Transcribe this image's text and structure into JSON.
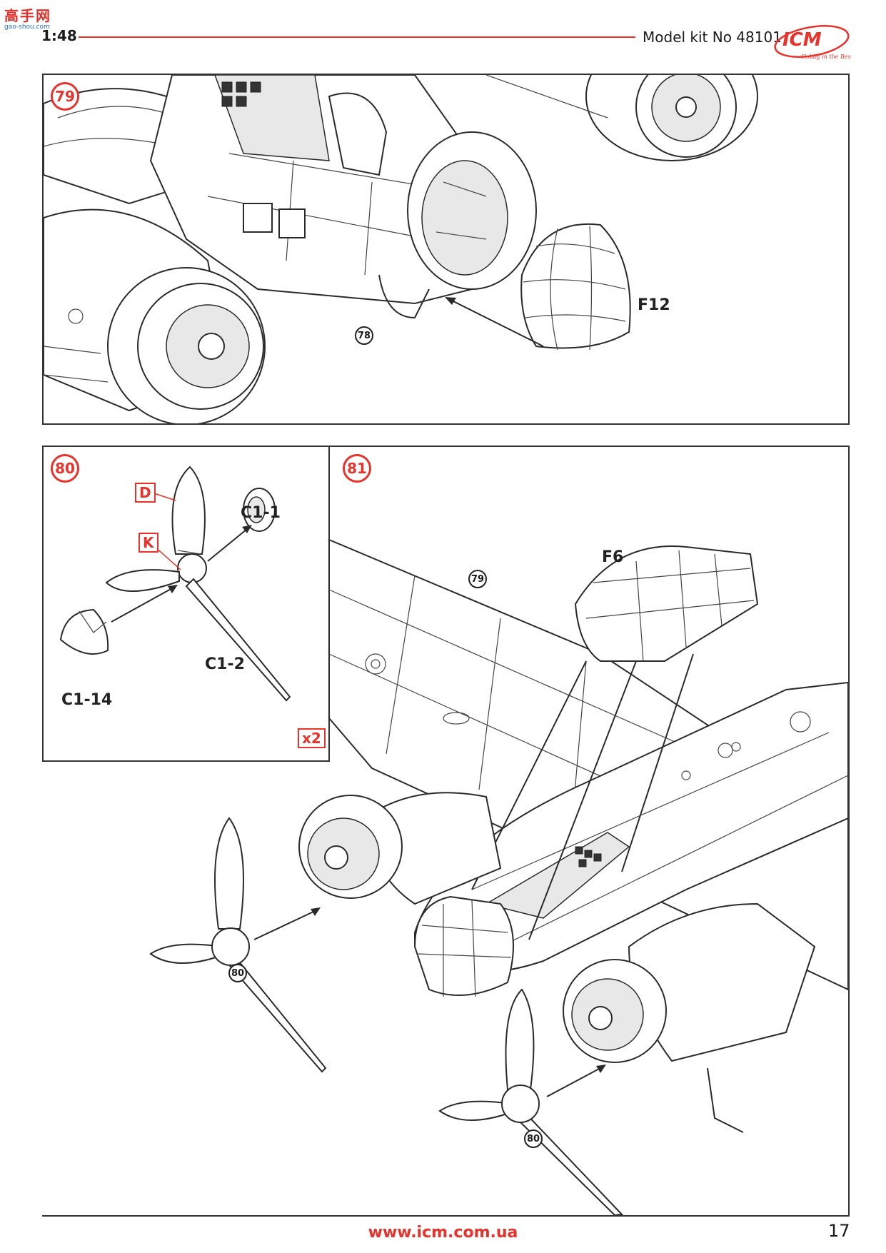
{
  "watermark": {
    "main": "高手网",
    "sub": "gao-shou.com"
  },
  "header": {
    "scale": "1:48",
    "model": "Model kit No 48101",
    "logo_text": "ICM",
    "logo_tagline": "Hobby in the Best"
  },
  "step79": {
    "badge": "79",
    "parts": {
      "canopy": "F12"
    },
    "ref": "78"
  },
  "step80": {
    "badge": "80",
    "labels": {
      "d": "D",
      "k": "K"
    },
    "parts": {
      "spinner_back": "C1-1",
      "blade": "C1-2",
      "spinner": "C1-14"
    },
    "multiplier": "x2"
  },
  "step81": {
    "badge": "81",
    "parts": {
      "canopy": "F6"
    },
    "refs": {
      "wing": "79",
      "prop_left": "80",
      "prop_right": "80"
    }
  },
  "footer": {
    "website": "www.icm.com.ua",
    "page": "17"
  },
  "colors": {
    "accent": "#e8322b",
    "line": "#2a2a2a"
  }
}
